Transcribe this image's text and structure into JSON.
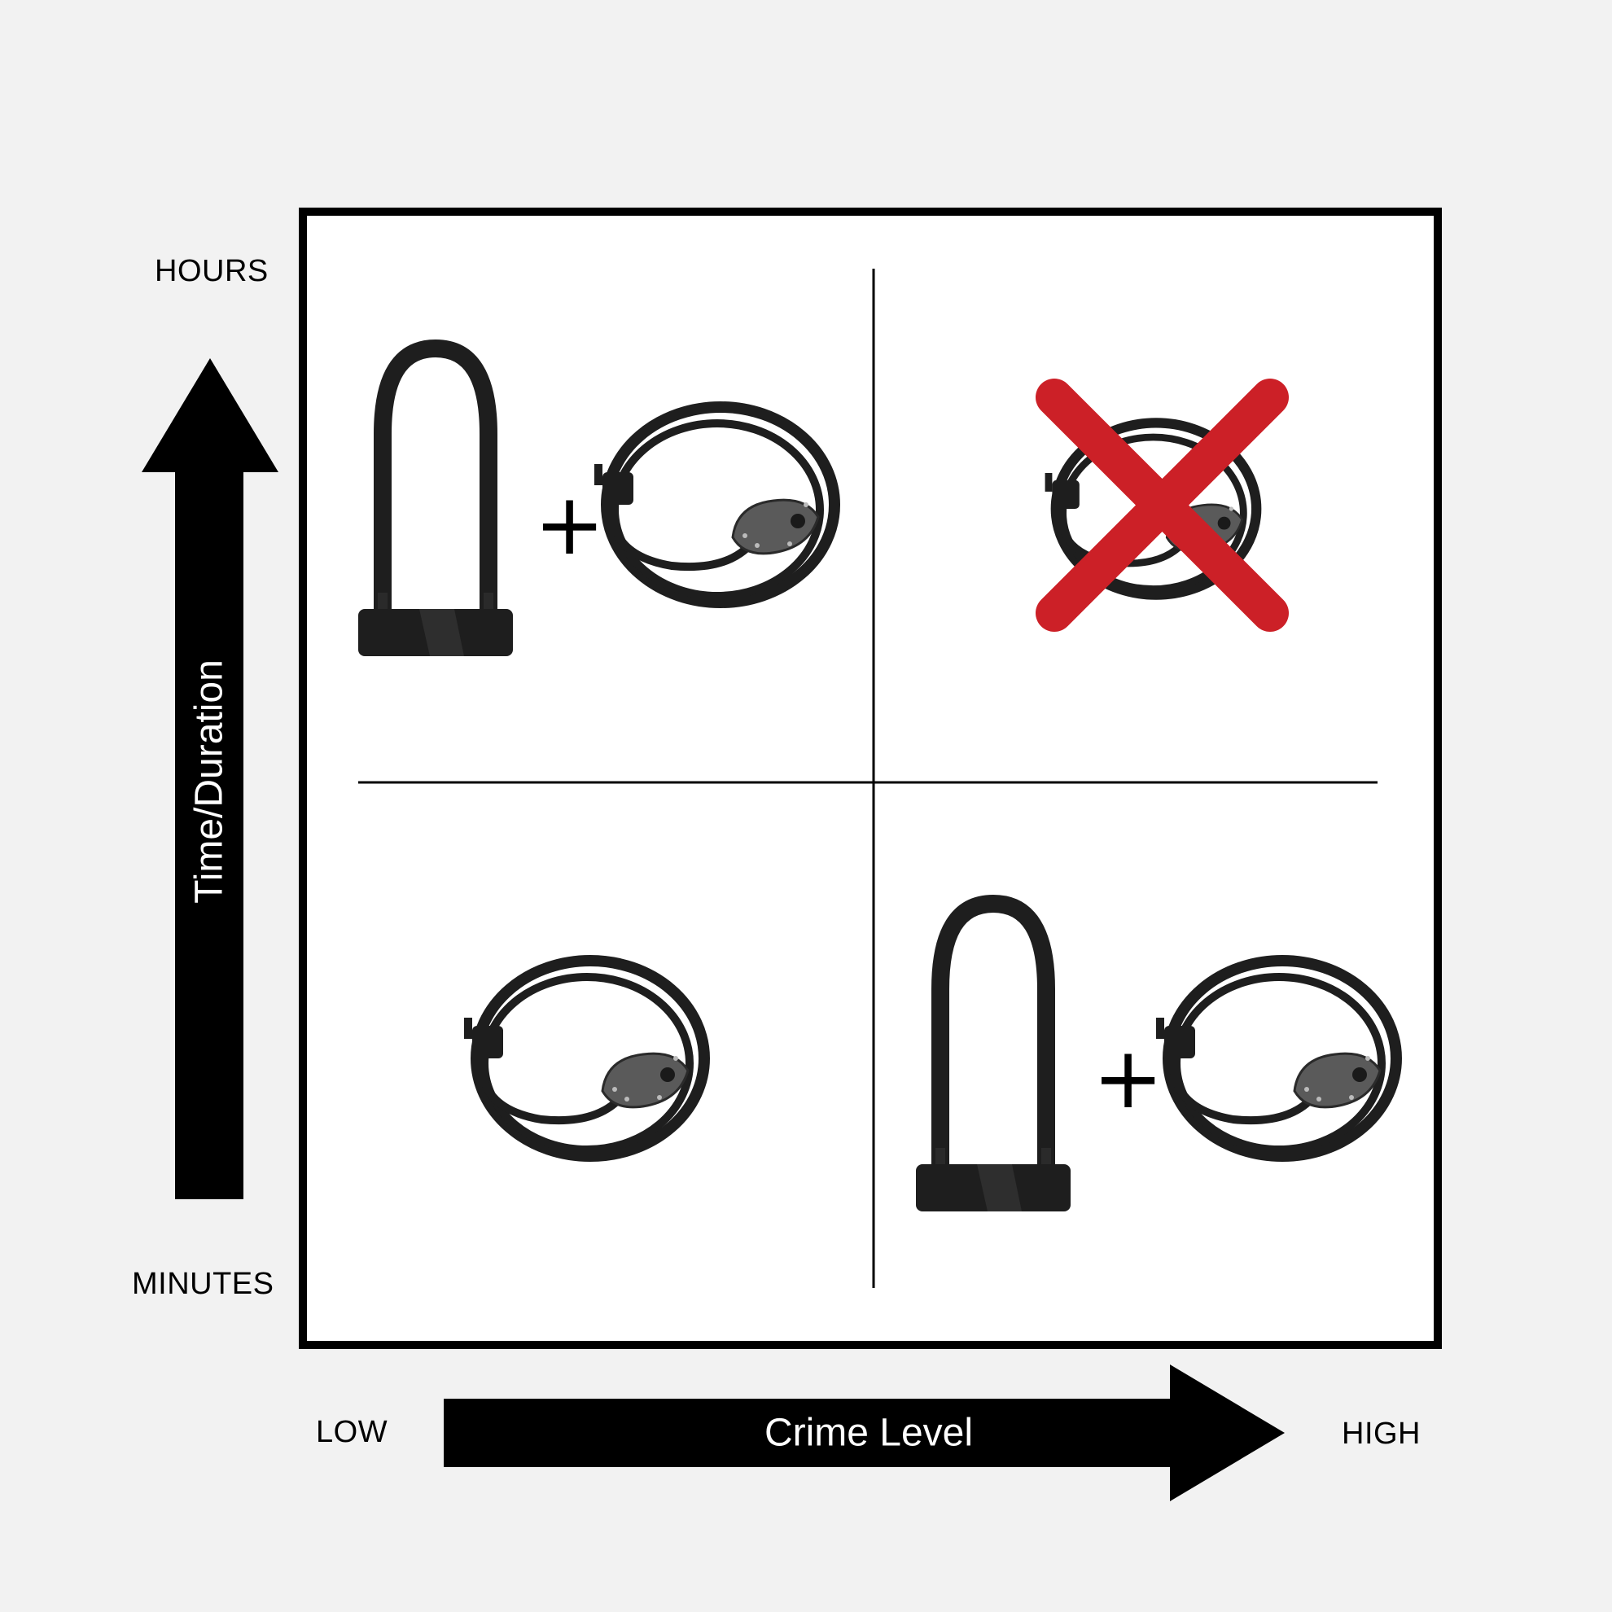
{
  "y_axis": {
    "title": "Time/Duration",
    "top_label": "HOURS",
    "bottom_label": "MINUTES"
  },
  "x_axis": {
    "title": "Crime Level",
    "left_label": "LOW",
    "right_label": "HIGH"
  },
  "quadrants": {
    "top_left": {
      "content": [
        "u-lock",
        "plus",
        "cable-lock"
      ],
      "plus_text": "+"
    },
    "top_right": {
      "content": [
        "cable-lock",
        "red-x"
      ]
    },
    "bottom_left": {
      "content": [
        "cable-lock"
      ]
    },
    "bottom_right": {
      "content": [
        "u-lock",
        "plus",
        "cable-lock"
      ],
      "plus_text": "+"
    }
  },
  "colors": {
    "background": "#f2f2f2",
    "frame": "#000000",
    "arrow": "#000000",
    "cross": "#cc2027",
    "lock_body": "#1e1e1e",
    "lock_face": "#5a5a5a"
  }
}
